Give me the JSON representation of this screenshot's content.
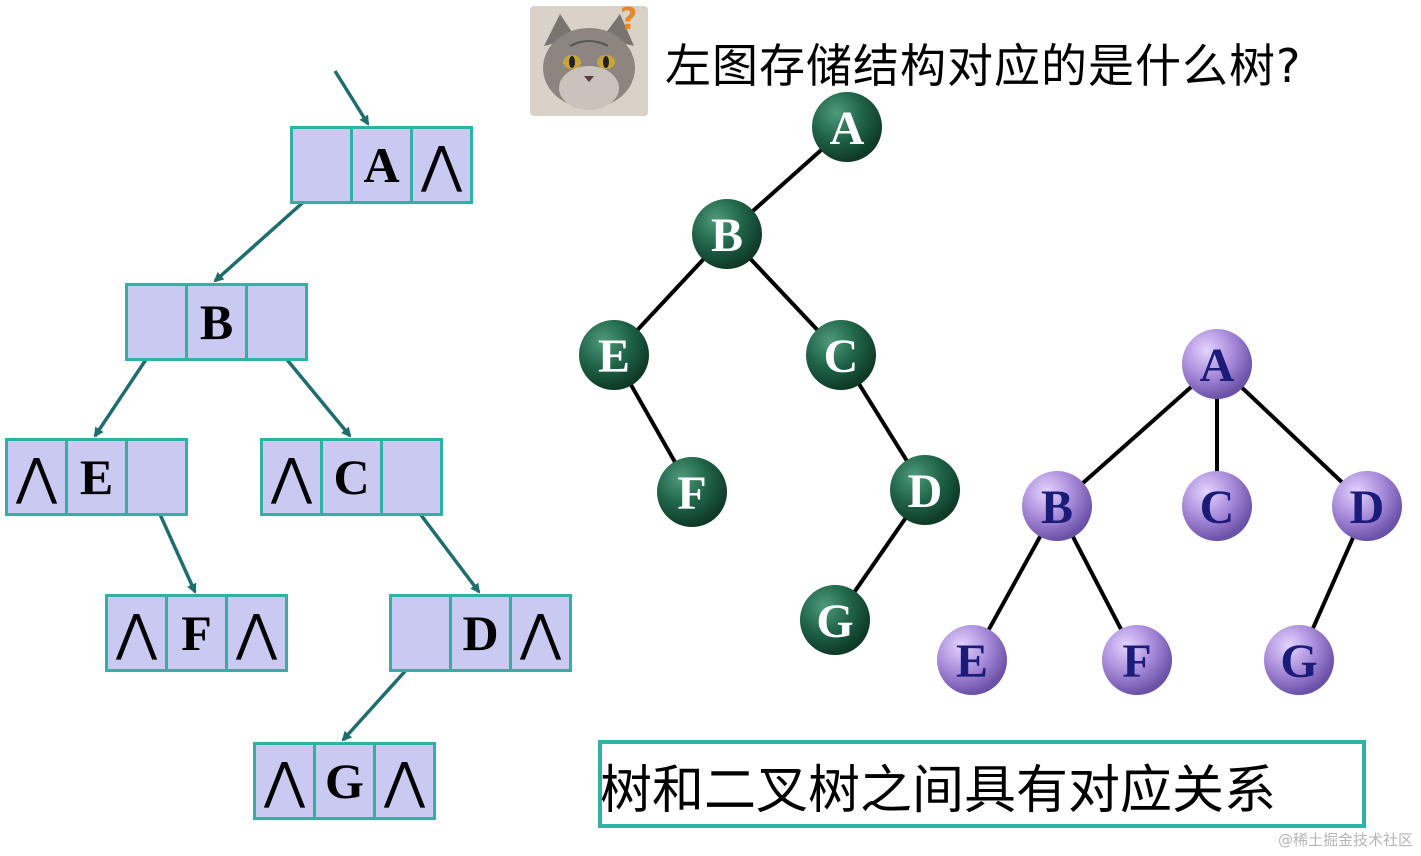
{
  "question": "左图存储结构对应的是什么树?",
  "relation_caption": "树和二叉树之间具有对应关系",
  "watermark": "@稀土掘金技术社区",
  "nil_symbol": "⋀",
  "colors": {
    "cell_fill": "#c9c9f2",
    "cell_border": "#2fb1a3",
    "arrow": "#1f6d6d",
    "binary_node": "#1d5e45",
    "tree_node": "#a58ad8",
    "tree_label": "#1b1b7a",
    "edge": "#000000"
  },
  "linked_storage": {
    "nodes": [
      {
        "id": "A",
        "data": "A",
        "left_null": false,
        "right_null": true
      },
      {
        "id": "B",
        "data": "B",
        "left_null": false,
        "right_null": false
      },
      {
        "id": "E",
        "data": "E",
        "left_null": true,
        "right_null": false
      },
      {
        "id": "C",
        "data": "C",
        "left_null": true,
        "right_null": false
      },
      {
        "id": "F",
        "data": "F",
        "left_null": true,
        "right_null": true
      },
      {
        "id": "D",
        "data": "D",
        "left_null": false,
        "right_null": true
      },
      {
        "id": "G",
        "data": "G",
        "left_null": true,
        "right_null": true
      }
    ],
    "pointers": [
      {
        "from": "A",
        "slot": "left",
        "to": "B"
      },
      {
        "from": "B",
        "slot": "left",
        "to": "E"
      },
      {
        "from": "B",
        "slot": "right",
        "to": "C"
      },
      {
        "from": "E",
        "slot": "right",
        "to": "F"
      },
      {
        "from": "C",
        "slot": "right",
        "to": "D"
      },
      {
        "from": "D",
        "slot": "left",
        "to": "G"
      }
    ]
  },
  "binary_tree": {
    "nodes": [
      "A",
      "B",
      "E",
      "C",
      "F",
      "D",
      "G"
    ],
    "edges": [
      [
        "A",
        "B"
      ],
      [
        "B",
        "E"
      ],
      [
        "B",
        "C"
      ],
      [
        "E",
        "F"
      ],
      [
        "C",
        "D"
      ],
      [
        "D",
        "G"
      ]
    ]
  },
  "general_tree": {
    "nodes": [
      "A",
      "B",
      "C",
      "D",
      "E",
      "F",
      "G"
    ],
    "edges": [
      [
        "A",
        "B"
      ],
      [
        "A",
        "C"
      ],
      [
        "A",
        "D"
      ],
      [
        "B",
        "E"
      ],
      [
        "B",
        "F"
      ],
      [
        "D",
        "G"
      ]
    ]
  }
}
